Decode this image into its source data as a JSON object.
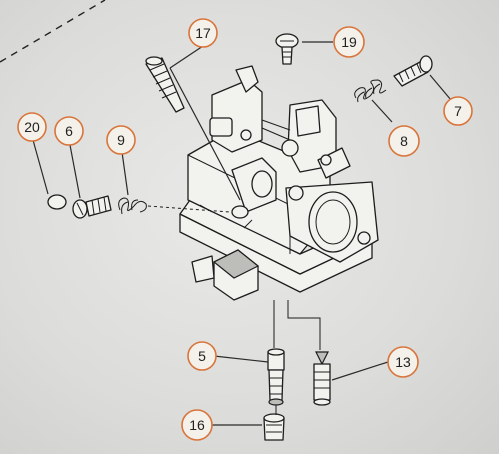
{
  "callouts": [
    {
      "id": "17",
      "label": "17"
    },
    {
      "id": "19",
      "label": "19"
    },
    {
      "id": "20",
      "label": "20"
    },
    {
      "id": "6",
      "label": "6"
    },
    {
      "id": "9",
      "label": "9"
    },
    {
      "id": "7",
      "label": "7"
    },
    {
      "id": "8",
      "label": "8"
    },
    {
      "id": "5",
      "label": "5"
    },
    {
      "id": "13",
      "label": "13"
    },
    {
      "id": "16",
      "label": "16"
    }
  ],
  "colors": {
    "callout_ring": "#d9743a",
    "line": "#1d1d1d",
    "background": "#dcdcda"
  }
}
